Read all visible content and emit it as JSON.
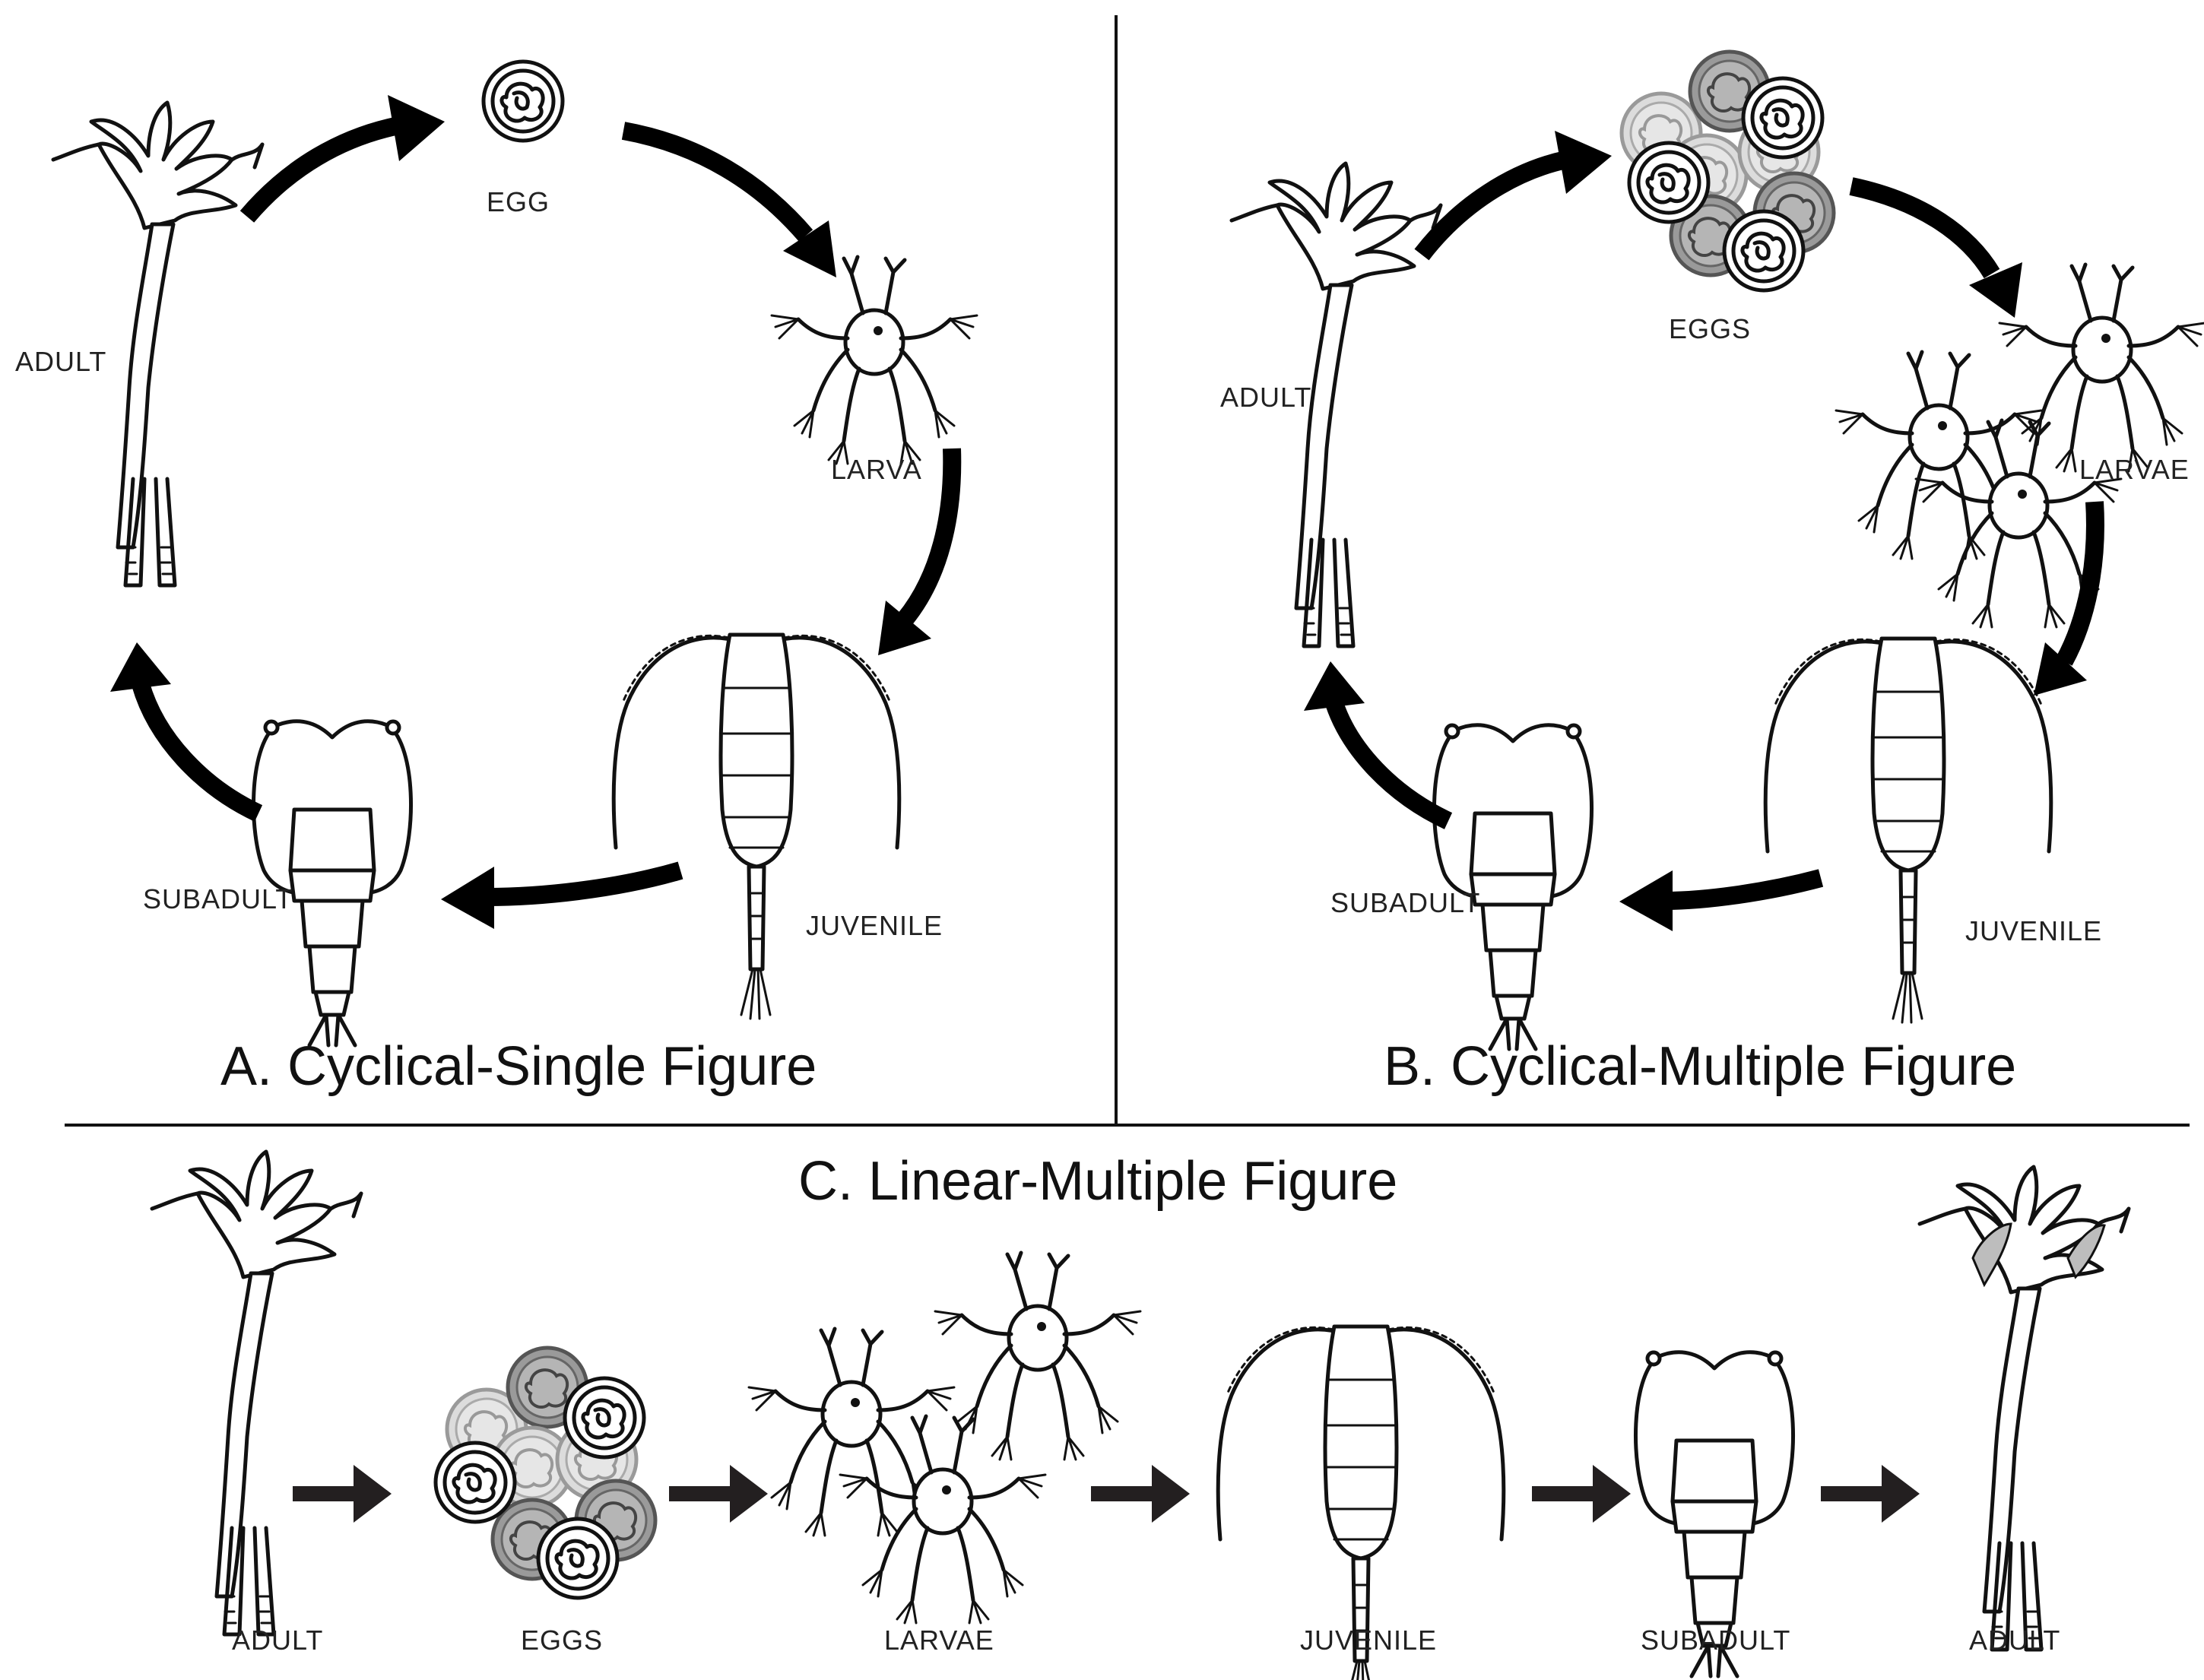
{
  "panels": {
    "a": {
      "title": "A. Cyclical-Single Figure",
      "labels": {
        "egg": "EGG",
        "larva": "LARVA",
        "juvenile": "JUVENILE",
        "subadult": "SUBADULT",
        "adult": "ADULT"
      }
    },
    "b": {
      "title": "B. Cyclical-Multiple Figure",
      "labels": {
        "eggs": "EGGS",
        "larvae": "LARVAE",
        "juvenile": "JUVENILE",
        "subadult": "SUBADULT",
        "adult": "ADULT"
      }
    },
    "c": {
      "title": "C. Linear-Multiple Figure",
      "labels": {
        "adult1": "ADULT",
        "eggs": "EGGS",
        "larvae": "LARVAE",
        "juvenile": "JUVENILE",
        "subadult": "SUBADULT",
        "adult2": "ADULT"
      }
    }
  },
  "colors": {
    "ink": "#111111",
    "arrow": "#000000",
    "egg_shade": "#8a8a8a",
    "egg_light": "#c4c4c4",
    "adult_highlight": "#bdbdbd"
  },
  "icons": [
    "adult-polyp-icon",
    "egg-icon",
    "larva-icon",
    "juvenile-copepod-icon",
    "subadult-icon",
    "cycle-arrow-icon"
  ]
}
